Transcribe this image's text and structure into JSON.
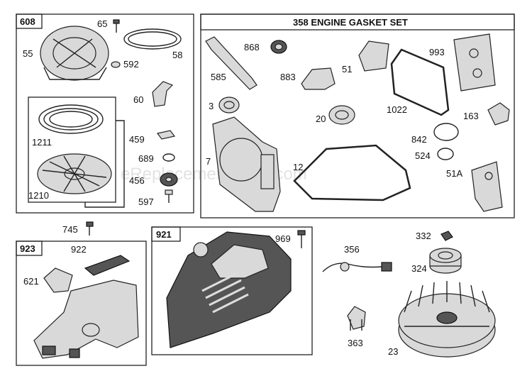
{
  "watermark": "eReplacementParts.com",
  "colors": {
    "line": "#222222",
    "fill": "#d9d9d9",
    "dark": "#555555",
    "watermark": "#cccccc"
  },
  "boxes": {
    "b608": "608",
    "b358": "358",
    "b358_title": "ENGINE GASKET SET",
    "b923": "923",
    "b921": "921"
  },
  "labels": {
    "p65": "65",
    "p55": "55",
    "p58": "58",
    "p592": "592",
    "p60": "60",
    "p1211": "1211",
    "p1210": "1210",
    "p459": "459",
    "p689": "689",
    "p456": "456",
    "p597": "597",
    "p585": "585",
    "p868": "868",
    "p883": "883",
    "p51": "51",
    "p993": "993",
    "p3": "3",
    "p20": "20",
    "p1022": "1022",
    "p163": "163",
    "p842": "842",
    "p524": "524",
    "p7": "7",
    "p12": "12",
    "p51a": "51A",
    "p745": "745",
    "p922": "922",
    "p621": "621",
    "p969": "969",
    "p356": "356",
    "p332": "332",
    "p324": "324",
    "p363": "363",
    "p23": "23"
  }
}
